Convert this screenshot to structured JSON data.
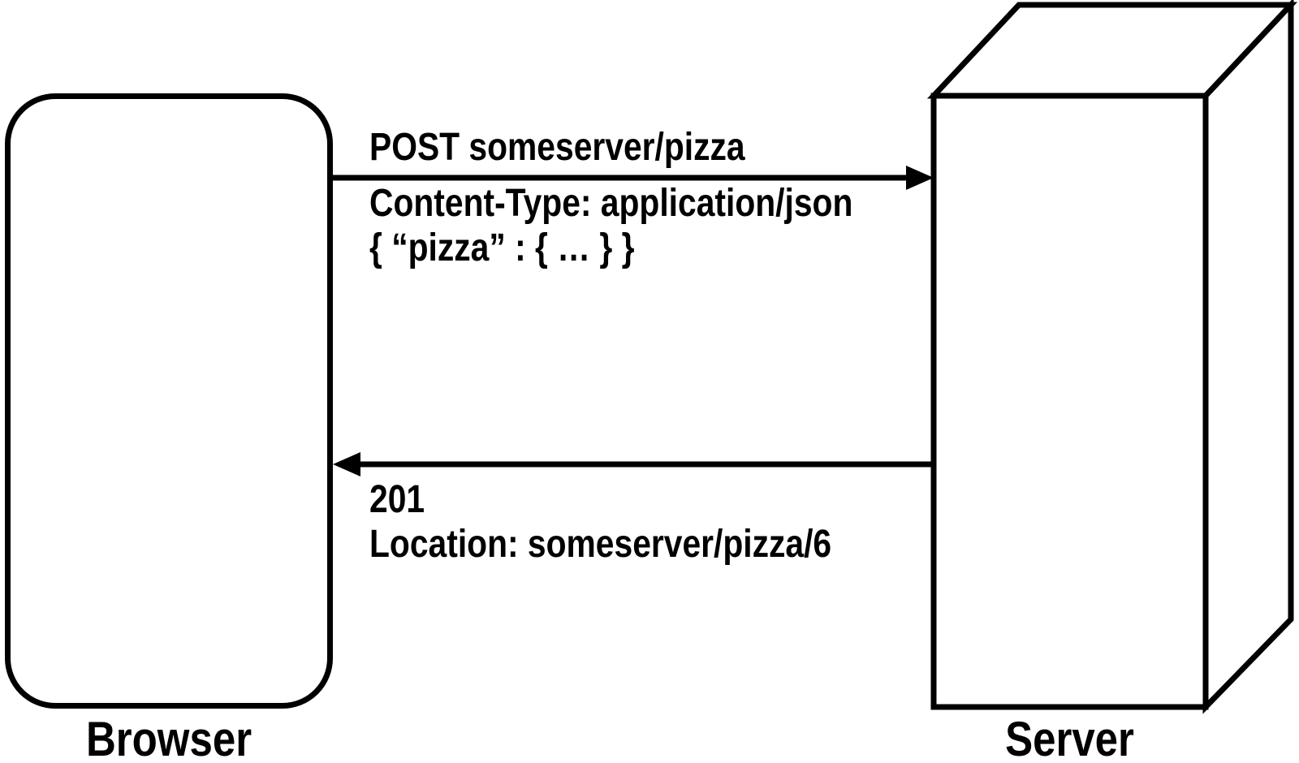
{
  "diagram": {
    "title": "Browser-to-Server POST request/response diagram",
    "colors": {
      "stroke": "#000000",
      "fill": "#ffffff",
      "text": "#000000"
    },
    "browser": {
      "label": "Browser",
      "shape": "rounded-rectangle"
    },
    "server": {
      "label": "Server",
      "shape": "3d-box"
    },
    "request": {
      "from": "Browser",
      "to": "Server",
      "direction": "right",
      "lines": [
        "POST someserver/pizza",
        "Content-Type: application/json",
        "{ “pizza” : { … } }"
      ]
    },
    "response": {
      "from": "Server",
      "to": "Browser",
      "direction": "left",
      "lines": [
        "201",
        "Location: someserver/pizza/6"
      ]
    }
  }
}
